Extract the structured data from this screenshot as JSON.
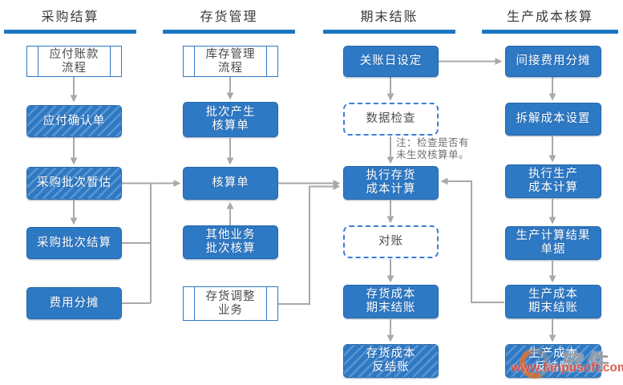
{
  "diagram": {
    "columns": [
      {
        "title": "采购结算",
        "nodes": [
          {
            "lines": [
              "应付账款",
              "流程"
            ]
          },
          {
            "lines": [
              "应付确认单"
            ]
          },
          {
            "lines": [
              "采购批次暂估"
            ]
          },
          {
            "lines": [
              "采购批次结算"
            ]
          },
          {
            "lines": [
              "费用分摊"
            ]
          }
        ]
      },
      {
        "title": "存货管理",
        "nodes": [
          {
            "lines": [
              "库存管理",
              "流程"
            ]
          },
          {
            "lines": [
              "批次产生",
              "核算单"
            ]
          },
          {
            "lines": [
              "核算单"
            ]
          },
          {
            "lines": [
              "其他业务",
              "批次核算"
            ]
          },
          {
            "lines": [
              "存货调整",
              "业务"
            ]
          }
        ]
      },
      {
        "title": "期末结账",
        "nodes": [
          {
            "lines": [
              "关账日设定"
            ]
          },
          {
            "lines": [
              "数据检查"
            ]
          },
          {
            "lines": [
              "执行存货",
              "成本计算"
            ]
          },
          {
            "lines": [
              "对账"
            ]
          },
          {
            "lines": [
              "存货成本",
              "期末结账"
            ]
          },
          {
            "lines": [
              "存货成本",
              "反结账"
            ]
          }
        ]
      },
      {
        "title": "生产成本核算",
        "nodes": [
          {
            "lines": [
              "间接费用分摊"
            ]
          },
          {
            "lines": [
              "拆解成本设置"
            ]
          },
          {
            "lines": [
              "执行生产",
              "成本计算"
            ]
          },
          {
            "lines": [
              "生产计算结果",
              "单据"
            ]
          },
          {
            "lines": [
              "生产成本",
              "期末结账"
            ]
          },
          {
            "lines": [
              "生产成本",
              "反结账"
            ]
          }
        ]
      }
    ],
    "note": {
      "line1": "注：检查是否有",
      "line2": "未生效核算单。"
    },
    "watermark": {
      "brand": "软件",
      "url": "www.fanpusoft.com"
    }
  },
  "colors": {
    "box_blue": "#2e79c4",
    "bar_blue": "#1b76c2",
    "connector_gray": "#a9a9a9",
    "header_text": "#3a3a3a",
    "note_gray": "#6f6f6f",
    "watermark_red": "#d9453a",
    "watermark_gray": "#9b9b9b",
    "watermark_orange": "#e8732a"
  }
}
